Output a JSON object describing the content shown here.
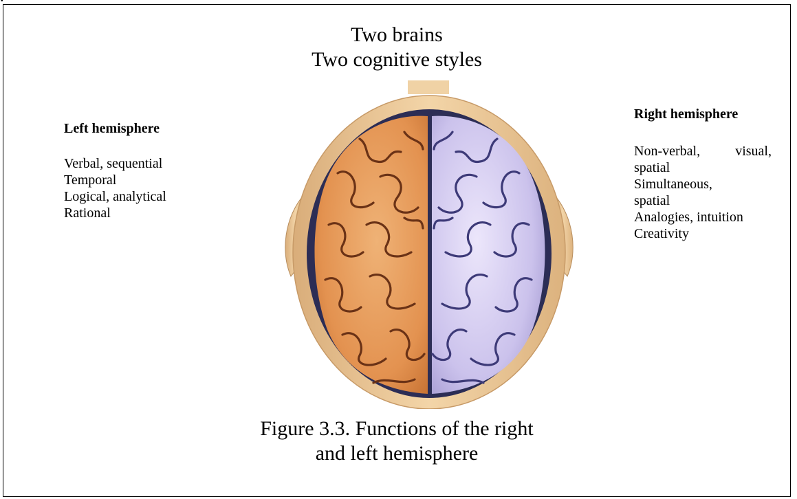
{
  "page_top_cut_text": ".",
  "diagram": {
    "title_line1": "Two brains",
    "title_line2": "Two cognitive styles",
    "left": {
      "heading": "Left hemisphere",
      "items": [
        "Verbal, sequential",
        "Temporal",
        "Logical, analytical",
        "Rational"
      ]
    },
    "right": {
      "heading": "Right hemisphere",
      "items": [
        "Non-verbal, visual, spatial",
        "Simultaneous, spatial",
        "Analogies, intuition",
        "Creativity"
      ]
    },
    "caption_line1": "Figure 3.3. Functions of the right",
    "caption_line2": "and left hemisphere"
  },
  "colors": {
    "left_hemisphere": "#e59a55",
    "right_hemisphere": "#cfc6ee",
    "head": "#edc693",
    "dark_outline": "#2c2d55"
  }
}
